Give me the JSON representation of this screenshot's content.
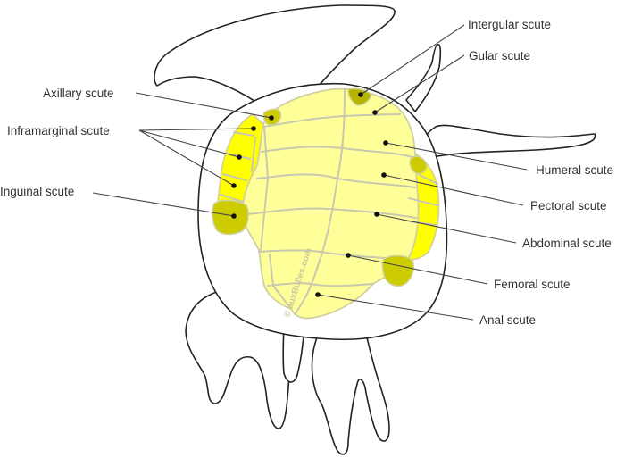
{
  "watermark": "© auxBulles.com",
  "colors": {
    "plastron": "#ffff99",
    "marginal": "#ffff00",
    "axillary_inguinal": "#cccc00",
    "intergular": "#b5b500",
    "outline": "#222222",
    "label_text": "#333333"
  },
  "labels": {
    "intergular": "Intergular scute",
    "gular": "Gular scute",
    "axillary": "Axillary scute",
    "inframarginal": "Inframarginal scute",
    "humeral": "Humeral scute",
    "pectoral": "Pectoral scute",
    "inguinal": "Inguinal scute",
    "abdominal": "Abdominal scute",
    "femoral": "Femoral scute",
    "anal": "Anal scute"
  }
}
